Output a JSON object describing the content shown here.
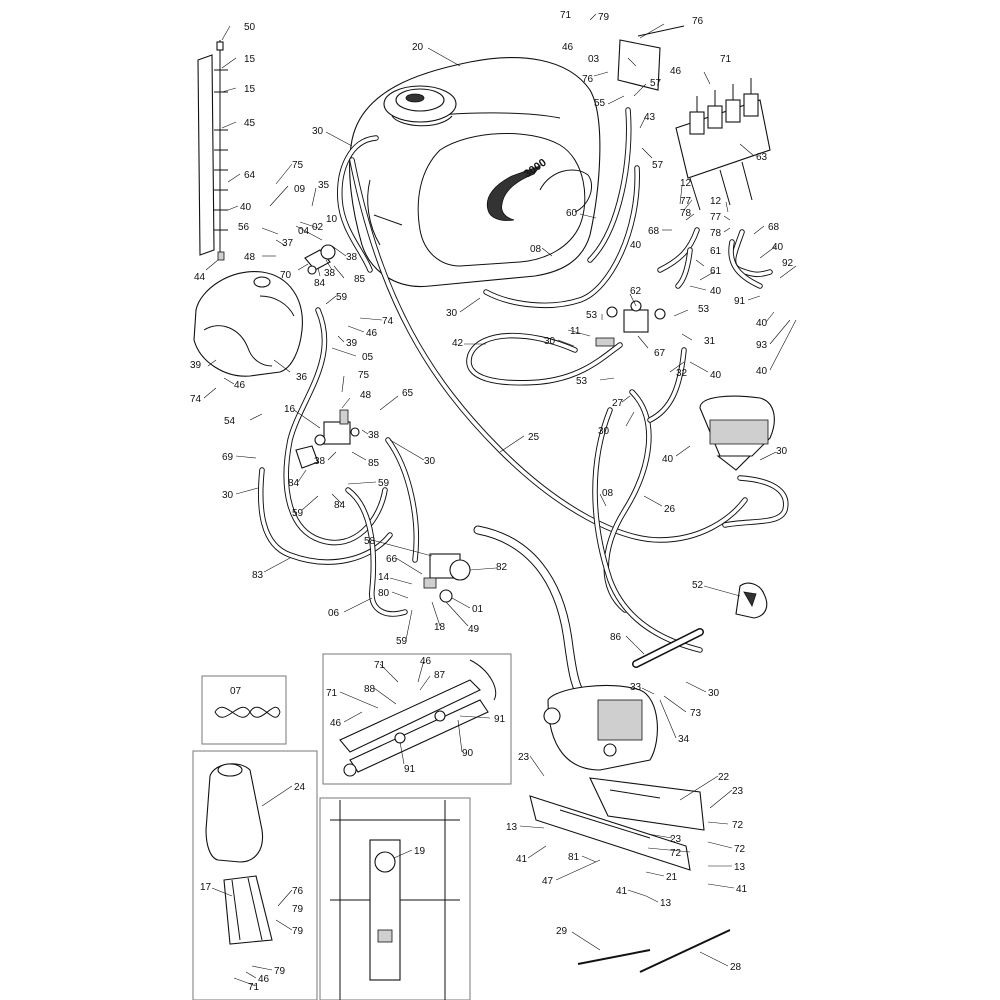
{
  "diagram": {
    "tank_logo_text": "3000",
    "callouts": [
      {
        "id": "c50a",
        "text": "50"
      },
      {
        "id": "c15a",
        "text": "15"
      },
      {
        "id": "c15b",
        "text": "15"
      },
      {
        "id": "c45",
        "text": "45"
      },
      {
        "id": "c64",
        "text": "64"
      },
      {
        "id": "c40a",
        "text": "40"
      },
      {
        "id": "c44",
        "text": "44"
      },
      {
        "id": "c75a",
        "text": "75"
      },
      {
        "id": "c09",
        "text": "09"
      },
      {
        "id": "c35",
        "text": "35"
      },
      {
        "id": "c10",
        "text": "10"
      },
      {
        "id": "c02",
        "text": "02"
      },
      {
        "id": "c04",
        "text": "04"
      },
      {
        "id": "c56",
        "text": "56"
      },
      {
        "id": "c37",
        "text": "37"
      },
      {
        "id": "c48a",
        "text": "48"
      },
      {
        "id": "c70",
        "text": "70"
      },
      {
        "id": "c84a",
        "text": "84"
      },
      {
        "id": "c38a",
        "text": "38"
      },
      {
        "id": "c38b",
        "text": "38"
      },
      {
        "id": "c85a",
        "text": "85"
      },
      {
        "id": "c30a",
        "text": "30"
      },
      {
        "id": "c20",
        "text": "20"
      },
      {
        "id": "c71a",
        "text": "71"
      },
      {
        "id": "c79a",
        "text": "79"
      },
      {
        "id": "c46a",
        "text": "46"
      },
      {
        "id": "c76a",
        "text": "76"
      },
      {
        "id": "c03",
        "text": "03"
      },
      {
        "id": "c71b",
        "text": "71"
      },
      {
        "id": "c76b",
        "text": "76"
      },
      {
        "id": "c46b",
        "text": "46"
      },
      {
        "id": "c57a",
        "text": "57"
      },
      {
        "id": "c55",
        "text": "55"
      },
      {
        "id": "c43",
        "text": "43"
      },
      {
        "id": "c57b",
        "text": "57"
      },
      {
        "id": "c63",
        "text": "63"
      },
      {
        "id": "c12a",
        "text": "12"
      },
      {
        "id": "c77a",
        "text": "77"
      },
      {
        "id": "c78a",
        "text": "78"
      },
      {
        "id": "c12b",
        "text": "12"
      },
      {
        "id": "c77b",
        "text": "77"
      },
      {
        "id": "c78b",
        "text": "78"
      },
      {
        "id": "c68a",
        "text": "68"
      },
      {
        "id": "c68b",
        "text": "68"
      },
      {
        "id": "c40b",
        "text": "40"
      },
      {
        "id": "c61a",
        "text": "61"
      },
      {
        "id": "c61b",
        "text": "61"
      },
      {
        "id": "c40c",
        "text": "40"
      },
      {
        "id": "c40d",
        "text": "40"
      },
      {
        "id": "c92",
        "text": "92"
      },
      {
        "id": "c91a",
        "text": "91"
      },
      {
        "id": "c40e",
        "text": "40"
      },
      {
        "id": "c93",
        "text": "93"
      },
      {
        "id": "c40f",
        "text": "40"
      },
      {
        "id": "c60",
        "text": "60"
      },
      {
        "id": "c08a",
        "text": "08"
      },
      {
        "id": "c30b",
        "text": "30"
      },
      {
        "id": "c59a",
        "text": "59"
      },
      {
        "id": "c74a",
        "text": "74"
      },
      {
        "id": "c46c",
        "text": "46"
      },
      {
        "id": "c39a",
        "text": "39"
      },
      {
        "id": "c05",
        "text": "05"
      },
      {
        "id": "c36",
        "text": "36"
      },
      {
        "id": "c39b",
        "text": "39"
      },
      {
        "id": "c46d",
        "text": "46"
      },
      {
        "id": "c74b",
        "text": "74"
      },
      {
        "id": "c42",
        "text": "42"
      },
      {
        "id": "c53a",
        "text": "53"
      },
      {
        "id": "c11",
        "text": "11"
      },
      {
        "id": "c30c",
        "text": "30"
      },
      {
        "id": "c62",
        "text": "62"
      },
      {
        "id": "c53b",
        "text": "53"
      },
      {
        "id": "c31",
        "text": "31"
      },
      {
        "id": "c67",
        "text": "67"
      },
      {
        "id": "c32",
        "text": "32"
      },
      {
        "id": "c53c",
        "text": "53"
      },
      {
        "id": "c40g",
        "text": "40"
      },
      {
        "id": "c27",
        "text": "27"
      },
      {
        "id": "c30d",
        "text": "30"
      },
      {
        "id": "c75b",
        "text": "75"
      },
      {
        "id": "c48b",
        "text": "48"
      },
      {
        "id": "c54",
        "text": "54"
      },
      {
        "id": "c16",
        "text": "16"
      },
      {
        "id": "c65",
        "text": "65"
      },
      {
        "id": "c38c",
        "text": "38"
      },
      {
        "id": "c38d",
        "text": "38"
      },
      {
        "id": "c85b",
        "text": "85"
      },
      {
        "id": "c30e",
        "text": "30"
      },
      {
        "id": "c25",
        "text": "25"
      },
      {
        "id": "c69",
        "text": "69"
      },
      {
        "id": "c84b",
        "text": "84"
      },
      {
        "id": "c59b",
        "text": "59"
      },
      {
        "id": "c84c",
        "text": "84"
      },
      {
        "id": "c30f",
        "text": "30"
      },
      {
        "id": "c59c",
        "text": "59"
      },
      {
        "id": "c40h",
        "text": "40"
      },
      {
        "id": "c30g",
        "text": "30"
      },
      {
        "id": "c08b",
        "text": "08"
      },
      {
        "id": "c26",
        "text": "26"
      },
      {
        "id": "c58",
        "text": "58"
      },
      {
        "id": "c66",
        "text": "66"
      },
      {
        "id": "c82",
        "text": "82"
      },
      {
        "id": "c83",
        "text": "83"
      },
      {
        "id": "c14",
        "text": "14"
      },
      {
        "id": "c80",
        "text": "80"
      },
      {
        "id": "c01",
        "text": "01"
      },
      {
        "id": "c06",
        "text": "06"
      },
      {
        "id": "c18",
        "text": "18"
      },
      {
        "id": "c49",
        "text": "49"
      },
      {
        "id": "c59d",
        "text": "59"
      },
      {
        "id": "c52",
        "text": "52"
      },
      {
        "id": "c86",
        "text": "86"
      },
      {
        "id": "c71c",
        "text": "71"
      },
      {
        "id": "c46e",
        "text": "46"
      },
      {
        "id": "c87",
        "text": "87"
      },
      {
        "id": "c71d",
        "text": "71"
      },
      {
        "id": "c88",
        "text": "88"
      },
      {
        "id": "c46f",
        "text": "46"
      },
      {
        "id": "c91b",
        "text": "91"
      },
      {
        "id": "c90",
        "text": "90"
      },
      {
        "id": "c91c",
        "text": "91"
      },
      {
        "id": "c07",
        "text": "07"
      },
      {
        "id": "c33",
        "text": "33"
      },
      {
        "id": "c30h",
        "text": "30"
      },
      {
        "id": "c73",
        "text": "73"
      },
      {
        "id": "c34",
        "text": "34"
      },
      {
        "id": "c24",
        "text": "24"
      },
      {
        "id": "c23a",
        "text": "23"
      },
      {
        "id": "c22",
        "text": "22"
      },
      {
        "id": "c23b",
        "text": "23"
      },
      {
        "id": "c23c",
        "text": "23"
      },
      {
        "id": "c72a",
        "text": "72"
      },
      {
        "id": "c13a",
        "text": "13"
      },
      {
        "id": "c72b",
        "text": "72"
      },
      {
        "id": "c72c",
        "text": "72"
      },
      {
        "id": "c41a",
        "text": "41"
      },
      {
        "id": "c81",
        "text": "81"
      },
      {
        "id": "c13b",
        "text": "13"
      },
      {
        "id": "c21",
        "text": "21"
      },
      {
        "id": "c47",
        "text": "47"
      },
      {
        "id": "c41b",
        "text": "41"
      },
      {
        "id": "c41c",
        "text": "41"
      },
      {
        "id": "c13c",
        "text": "13"
      },
      {
        "id": "c19",
        "text": "19"
      },
      {
        "id": "c17",
        "text": "17"
      },
      {
        "id": "c76c",
        "text": "76"
      },
      {
        "id": "c79b",
        "text": "79"
      },
      {
        "id": "c79c",
        "text": "79"
      },
      {
        "id": "c79d",
        "text": "79"
      },
      {
        "id": "c46g",
        "text": "46"
      },
      {
        "id": "c71e",
        "text": "71"
      },
      {
        "id": "c29",
        "text": "29"
      },
      {
        "id": "c28",
        "text": "28"
      }
    ]
  }
}
